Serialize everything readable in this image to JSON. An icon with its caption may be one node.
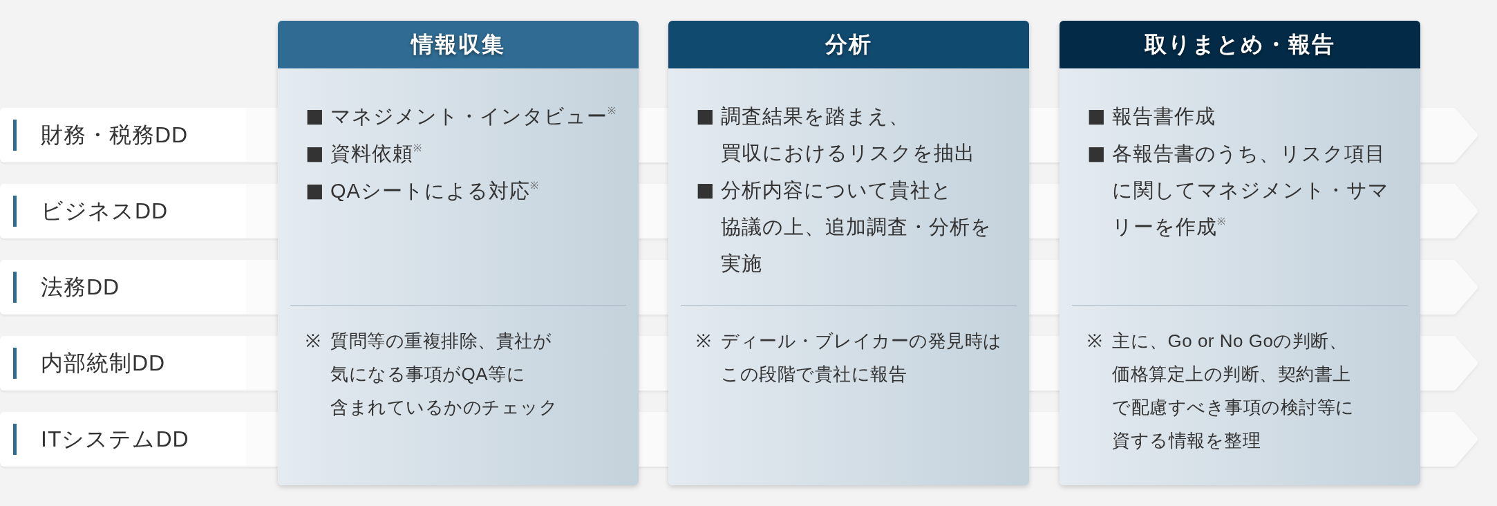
{
  "diagram": {
    "nodes": [
      {
        "text": [
          "情報収集",
          "■ マネジメント・インタビュー$^{※}$",
          "■ 資料依頼$^{※}$",
          "■ QAシートによる対応$^{※}$",
          "※ 質問等の重複排除、貴社が気になる事項がQA等に含まれているかのチェック"
        ]
      },
      {
        "text": [
          "分析",
          "■ 調査結果を踏まえ、買収におけるリスクを抽出",
          "■ 分析内容について貴社と協議の上、追加調査・分析を実施",
          "※ ディール・ブレイカーの発見時はこの段階で貴社に報告"
        ]
      },
      {
        "text": [
          "取りまとめ・報告",
          "■ 報告書作成",
          "■ 各報告書のうち、リスク項目に関してマネジメント・サマリーを作成$^{※}$",
          "※ 主に、Go or No Goの判断、価格算定上の判断、契約書上で配慮すべき事項の検討等に資する情報を整理"
        ]
      },
      {
        "text": [
          "財務・税務DD"
        ]
      },
      {
        "text": [
          "ビジネスDD"
        ]
      },
      {
        "text": [
          "法務DD"
        ]
      },
      {
        "text": [
          "内部統制DD"
        ]
      },
      {
        "text": [
          "ITシステムDD"
        ]
      }
    ]
  }
}
